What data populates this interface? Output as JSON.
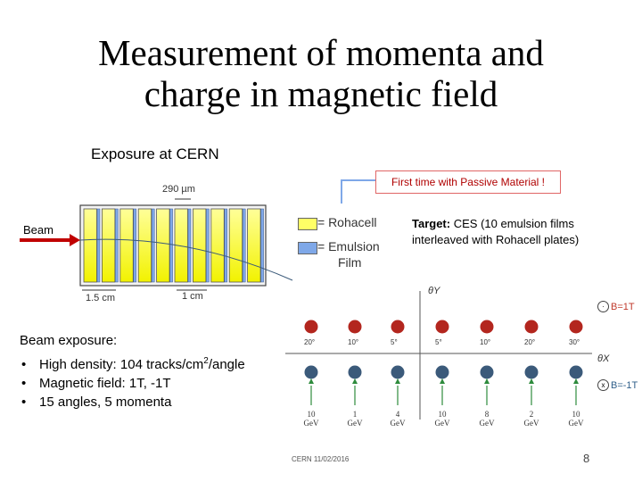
{
  "slide": {
    "title_line1": "Measurement of momenta and",
    "title_line2": "charge in magnetic field",
    "subtitle": "Exposure at CERN",
    "callout": "First time with Passive Material !",
    "dim_plate": "290 µm",
    "beam_label": "Beam",
    "dim_left": "1.5 cm",
    "dim_right": "1 cm",
    "legend": [
      {
        "label": "= Rohacell",
        "color": "#ffff66"
      },
      {
        "label": "= Emulsion",
        "label2": "Film",
        "color": "#7fa8e8"
      }
    ],
    "target_bold": "Target:",
    "target_text": " CES (10 emulsion films interleaved with Rohacell plates)",
    "exposure_heading": "Beam exposure:",
    "bullets": [
      {
        "pre": "High density: 104 tracks/cm",
        "sup": "2",
        "post": "/angle"
      },
      {
        "pre": "Magnetic field: 1T, -1T",
        "sup": "",
        "post": ""
      },
      {
        "pre": "15 angles, 5 momenta",
        "sup": "",
        "post": ""
      }
    ],
    "footer": "CERN 11/02/2016",
    "page_number": "8"
  },
  "diagram": {
    "y_axis_label": "θY",
    "x_axis_label": "θX",
    "field_pos": "B=1T",
    "field_neg": "B=-1T",
    "field_pos_symbol": "·",
    "field_neg_symbol": "x",
    "angles": [
      "20°",
      "10°",
      "5°",
      "5°",
      "10°",
      "20°",
      "30°"
    ],
    "momenta": [
      {
        "value": "10",
        "unit": "GeV"
      },
      {
        "value": "1",
        "unit": "GeV"
      },
      {
        "value": "4",
        "unit": "GeV"
      },
      {
        "value": "10",
        "unit": "GeV"
      },
      {
        "value": "8",
        "unit": "GeV"
      },
      {
        "value": "2",
        "unit": "GeV"
      },
      {
        "value": "10",
        "unit": "GeV"
      }
    ],
    "colors": {
      "pos_dot": "#b3261e",
      "neg_dot": "#3b5a7a",
      "arrow": "#2e8b3d",
      "field_text": "#c0392b",
      "field_neg_text": "#2f5f8a"
    }
  }
}
